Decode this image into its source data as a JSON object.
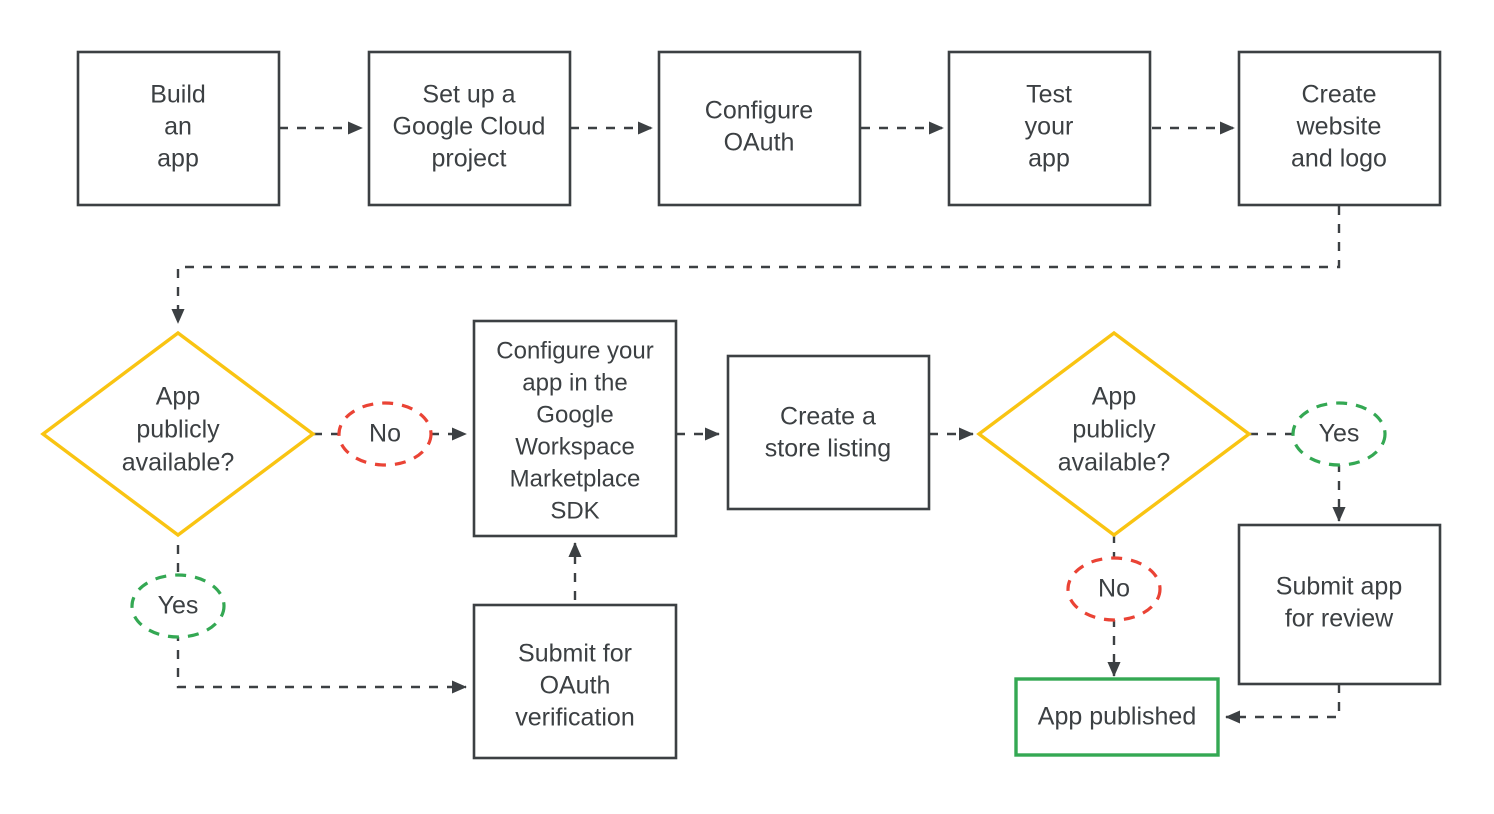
{
  "diagram": {
    "title": "Google Workspace Marketplace app publishing flow",
    "type": "flowchart",
    "colors": {
      "box_stroke": "#3c4043",
      "decision_stroke": "#f9c412",
      "terminal_stroke": "#34a853",
      "yes_label_stroke": "#34a853",
      "no_label_stroke": "#ea4335",
      "edge_stroke": "#3c4043",
      "text": "#3c4043",
      "background": "#ffffff"
    },
    "nodes": {
      "build_an_app": {
        "lines": [
          "Build",
          "an",
          "app"
        ],
        "shape": "process"
      },
      "setup_gcp": {
        "lines": [
          "Set up a",
          "Google Cloud",
          "project"
        ],
        "shape": "process"
      },
      "configure_oauth": {
        "lines": [
          "Configure",
          "OAuth"
        ],
        "shape": "process"
      },
      "test_your_app": {
        "lines": [
          "Test",
          "your",
          "app"
        ],
        "shape": "process"
      },
      "create_website_logo": {
        "lines": [
          "Create",
          "website",
          "and logo"
        ],
        "shape": "process"
      },
      "decision_public_left": {
        "lines": [
          "App",
          "publicly",
          "available?"
        ],
        "shape": "decision"
      },
      "configure_sdk": {
        "lines": [
          "Configure your",
          "app in the",
          "Google",
          "Workspace",
          "Marketplace",
          "SDK"
        ],
        "shape": "process"
      },
      "create_store_listing": {
        "lines": [
          "Create a",
          "store listing"
        ],
        "shape": "process"
      },
      "decision_public_right": {
        "lines": [
          "App",
          "publicly",
          "available?"
        ],
        "shape": "decision"
      },
      "submit_oauth_verification": {
        "lines": [
          "Submit for",
          "OAuth",
          "verification"
        ],
        "shape": "process"
      },
      "submit_app_review": {
        "lines": [
          "Submit app",
          "for review"
        ],
        "shape": "process"
      },
      "app_published": {
        "lines": [
          "App published"
        ],
        "shape": "terminal"
      }
    },
    "edge_labels": {
      "left_no": "No",
      "left_yes": "Yes",
      "right_yes": "Yes",
      "right_no": "No"
    }
  }
}
